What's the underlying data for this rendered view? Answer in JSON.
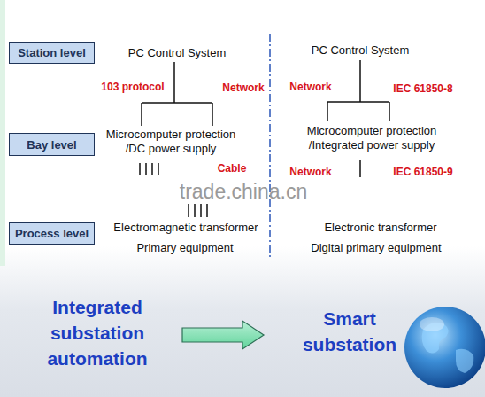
{
  "diagram": {
    "nodes": [
      {
        "text": [
          "Station level"
        ]
      },
      {
        "text": [
          "Bay level"
        ]
      },
      {
        "text": [
          "Process level"
        ]
      }
    ],
    "labels": [
      "PC Control System",
      "PC Control System",
      "103 protocol",
      "Network",
      "Network",
      "IEC 61850-8",
      "Microcomputer protection /DC power supply",
      "Microcomputer protection /Integrated power supply",
      "Cable",
      "Network",
      "IEC 61850-9",
      "trade.china.cn",
      "Electromagnetic transformer",
      "Electronic transformer",
      "Primary equipment",
      "Digital primary equipment",
      "Integrated substation automation",
      "Smart substation"
    ]
  }
}
